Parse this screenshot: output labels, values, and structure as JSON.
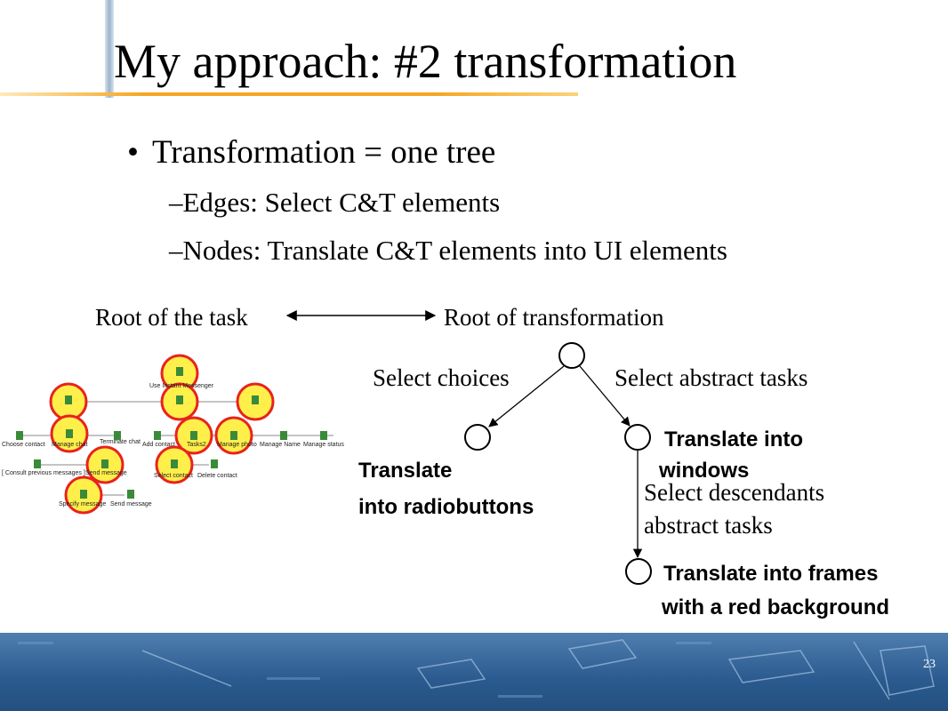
{
  "slide": {
    "title": "My approach: #2 transformation",
    "bullet": "Transformation = one tree",
    "sub1": "–Edges: Select C&T elements",
    "sub2": "–Nodes: Translate C&T elements into UI elements",
    "page_number": "23"
  },
  "diagram": {
    "root_task_label": "Root of the task",
    "root_transformation_label": "Root of transformation",
    "edge_left_label": "Select choices",
    "edge_right_label": "Select abstract tasks",
    "node_left_text_1": "Translate",
    "node_left_text_2": "into radiobuttons",
    "node_right_text_1": "Translate into",
    "node_right_text_2": "windows",
    "edge_down_label_1": "Select descendants",
    "edge_down_label_2": "abstract tasks",
    "node_bottom_text_1": "Translate into frames",
    "node_bottom_text_2": "with a red background"
  },
  "task_tree": {
    "root": "Use Instant Messenger",
    "nodes": [
      "Choose contact",
      "Manage chat",
      "Terminate chat",
      "Add contact",
      "Tasks2",
      "Manage photo",
      "Manage Name",
      "Manage status",
      "[ Consult previous messages ]",
      "Send message",
      "Select contact",
      "Delete contact",
      "Specify message",
      "Send message"
    ]
  },
  "colors": {
    "accent_line": "#f5a623",
    "highlight_circle": "#e8221e",
    "highlight_fill": "#ffef4a",
    "footer_blue": "#2a5a8f"
  }
}
